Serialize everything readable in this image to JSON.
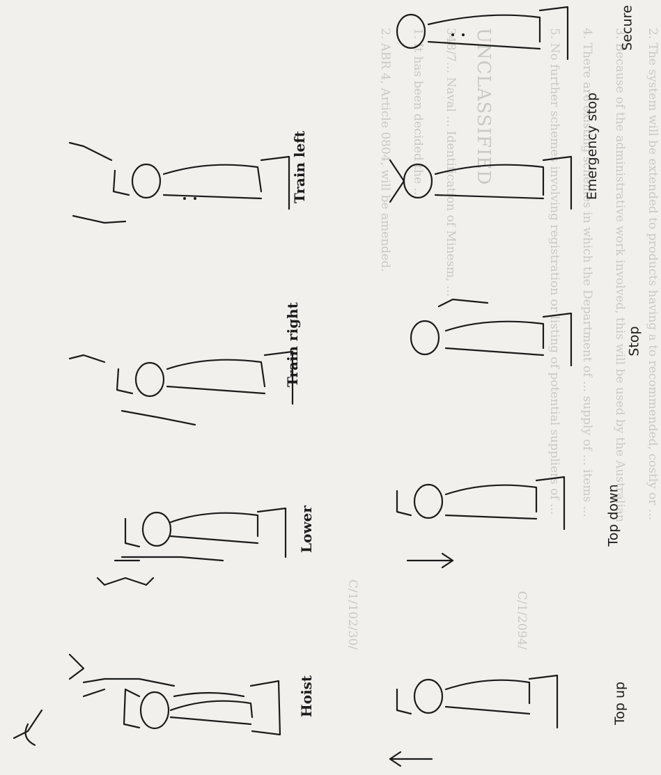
{
  "background_color": "#f1f0ec",
  "ink_color": "#1a1a1a",
  "bleed_through_text": {
    "p1": "2. The system will be extended to products having a to recommended, costly or ...",
    "p2": "3. Because of the administrative work involved, this will be used by the Australian ...",
    "p3": "4. There are existing schemes in which the Department of ... supply of ... items ...",
    "p4": "5. No further schemes involving registration or listing of potential suppliers of ...",
    "ref1": "C/1/2094/",
    "heading": "UNCLASSIFIED",
    "p5": "348/7... Naval ... Identification of Minesm, ...",
    "p6": "1. It has been decided the ...",
    "p7": "2. ABR 4, Article 0804, will be amended.",
    "ref2": "C/1/102/30/"
  },
  "signals": [
    {
      "id": "hoist",
      "label": "Hoist",
      "style": "bold"
    },
    {
      "id": "lower",
      "label": "Lower",
      "style": "bold"
    },
    {
      "id": "train-right",
      "label": "Train right",
      "style": "bold"
    },
    {
      "id": "train-left",
      "label": "Train left",
      "style": "bold"
    },
    {
      "id": "top-up",
      "label": "Top up",
      "style": "sans"
    },
    {
      "id": "top-down",
      "label": "Top down",
      "style": "sans"
    },
    {
      "id": "stop",
      "label": "Stop",
      "style": "sans"
    },
    {
      "id": "emergency-stop",
      "label": "Emergency stop",
      "style": "sans"
    },
    {
      "id": "secure",
      "label": "Secure",
      "style": "sans"
    }
  ]
}
